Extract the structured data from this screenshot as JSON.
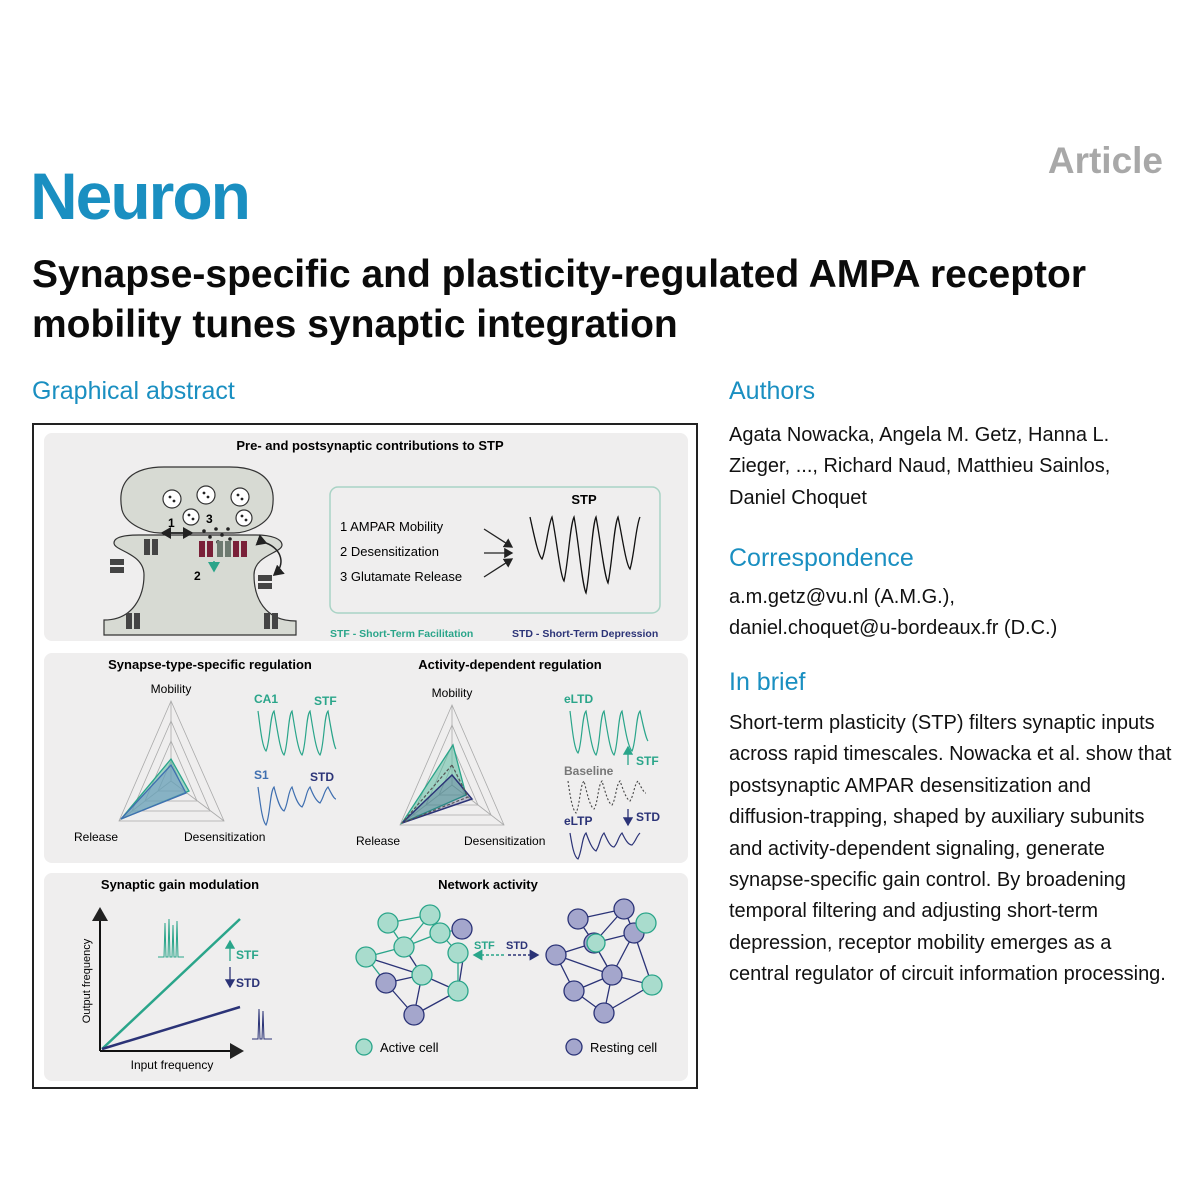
{
  "header": {
    "journal": "Neuron",
    "article_type": "Article"
  },
  "title": "Synapse-specific and plasticity-regulated AMPA receptor mobility tunes synaptic integration",
  "graphical_abstract": {
    "heading": "Graphical abstract",
    "panel1": {
      "title": "Pre- and postsynaptic contributions to STP",
      "marker_1": "1",
      "marker_2": "2",
      "marker_3": "3",
      "list": [
        "1 AMPAR Mobility",
        "2 Desensitization",
        "3 Glutamate Release"
      ],
      "stp_label": "STP",
      "stf_legend": "STF - Short-Term Facilitation",
      "std_legend": "STD - Short-Term Depression"
    },
    "panel2": {
      "left_title": "Synapse-type-specific regulation",
      "right_title": "Activity-dependent regulation",
      "axis_mobility": "Mobility",
      "axis_release": "Release",
      "axis_desens": "Desensitization",
      "ca1": "CA1",
      "s1": "S1",
      "stf": "STF",
      "std": "STD",
      "eltd": "eLTD",
      "baseline": "Baseline",
      "eltp": "eLTP"
    },
    "panel3": {
      "left_title": "Synaptic gain modulation",
      "right_title": "Network activity",
      "y_label": "Output frequency",
      "x_label": "Input frequency",
      "stf": "STF",
      "std": "STD",
      "active_cell": "Active cell",
      "resting_cell": "Resting cell"
    },
    "colors": {
      "stf_green": "#2aa58a",
      "std_navy": "#2b3377",
      "s1_blue": "#3f6fb0",
      "panel_bg": "#efeeee",
      "active_fill": "#a9dccd",
      "resting_fill": "#a4a6cc"
    }
  },
  "authors": {
    "heading": "Authors",
    "text": "Agata Nowacka, Angela M. Getz, Hanna L. Zieger, ..., Richard Naud, Matthieu Sainlos, Daniel Choquet"
  },
  "correspondence": {
    "heading": "Correspondence",
    "line1": "a.m.getz@vu.nl (A.M.G.),",
    "line2": "daniel.choquet@u-bordeaux.fr (D.C.)"
  },
  "in_brief": {
    "heading": "In brief",
    "text": "Short-term plasticity (STP) filters synaptic inputs across rapid timescales. Nowacka et al. show that postsynaptic AMPAR desensitization and diffusion-trapping, shaped by auxiliary subunits and activity-dependent signaling, generate synapse-specific gain control. By broadening temporal filtering and adjusting short-term depression, receptor mobility emerges as a central regulator of circuit information processing."
  }
}
